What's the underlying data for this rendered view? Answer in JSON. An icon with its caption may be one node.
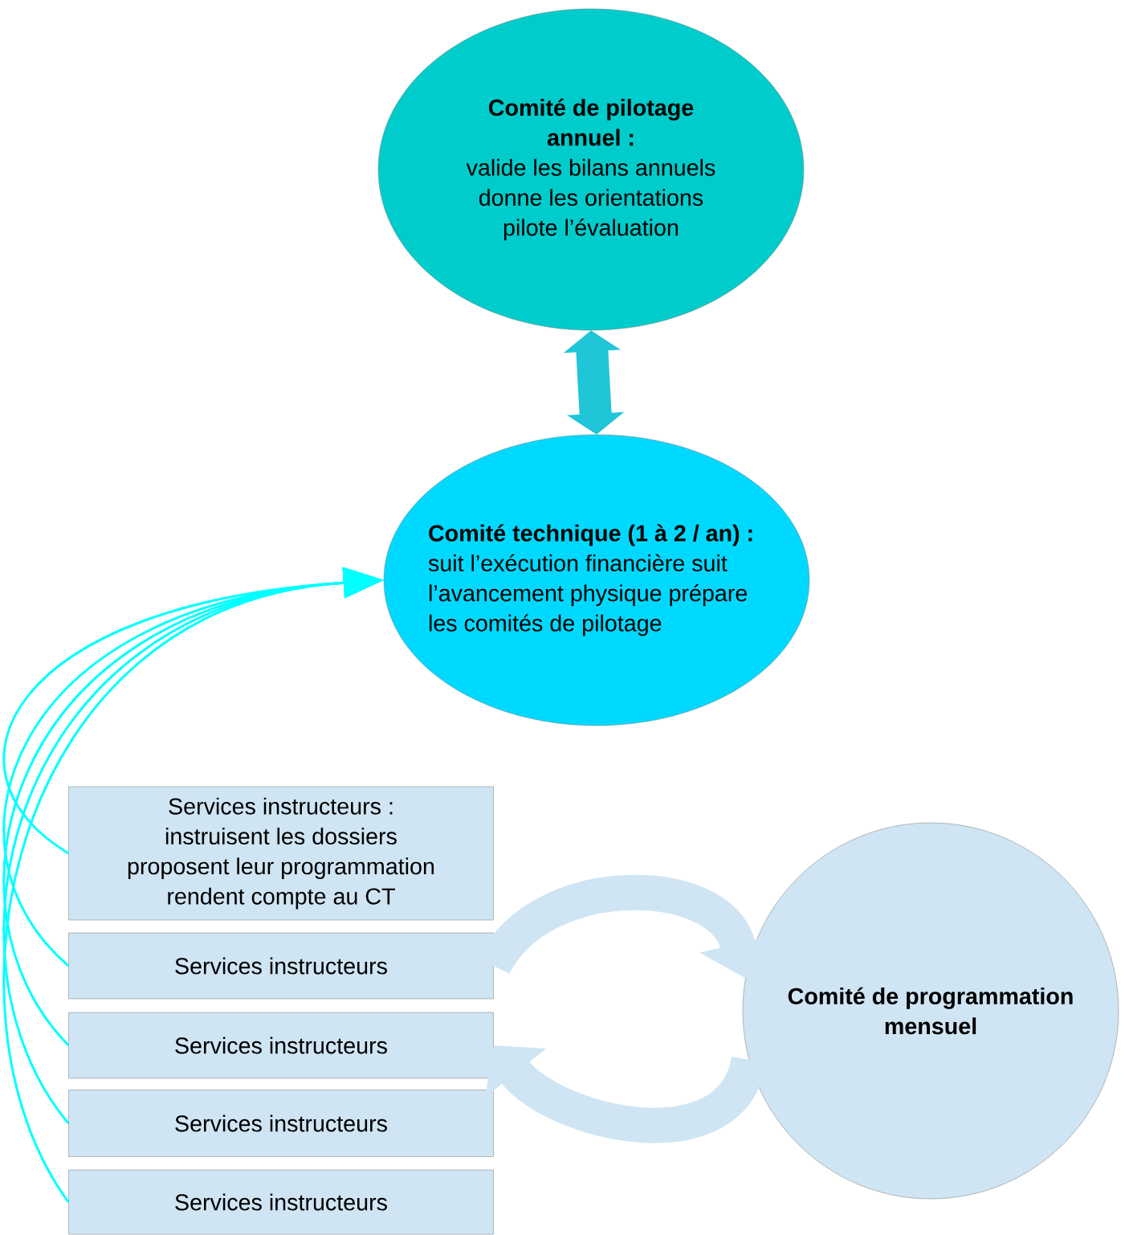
{
  "diagram": {
    "nodes": [
      {
        "text": [
          "Comité de pilotage annuel :",
          "valide les bilans annuels donne les orientations pilote l’évaluation"
        ]
      },
      {
        "text": [
          "Comité technique (1 à 2 / an) :",
          "suit l’exécution financière suit l’avancement physique prépare les comités de pilotage"
        ]
      },
      {
        "text": [
          "Services instructeurs : instruisent les dossiers proposent leur programmation rendent compte au CT"
        ]
      },
      {
        "text": [
          "Services instructeurs"
        ]
      },
      {
        "text": [
          "Services instructeurs"
        ]
      },
      {
        "text": [
          "Services instructeurs"
        ]
      },
      {
        "text": [
          "Services instructeurs"
        ]
      },
      {
        "text": [
          "Comité de programmation mensuel"
        ]
      }
    ],
    "edges": [
      {
        "from": 0,
        "to": 1,
        "arrow": "both",
        "style": "thick",
        "color": "#21c5d8"
      },
      {
        "from": 2,
        "to": 1,
        "arrow": "to"
      },
      {
        "from": 3,
        "to": 1,
        "arrow": "to"
      },
      {
        "from": 4,
        "to": 1,
        "arrow": "to"
      },
      {
        "from": 5,
        "to": 1,
        "arrow": "to"
      },
      {
        "from": 6,
        "to": 1,
        "arrow": "to"
      },
      {
        "from": 3,
        "to": 7,
        "arrow": "to",
        "style": "thick",
        "color": "#cfe5f3"
      },
      {
        "from": 7,
        "to": 4,
        "arrow": "to",
        "style": "thick",
        "color": "#cfe5f3"
      }
    ]
  }
}
